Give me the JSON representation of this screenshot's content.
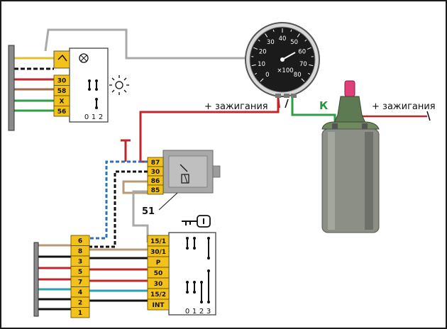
{
  "labels": {
    "ignition_left": "+ зажигания",
    "ignition_right": "+ зажигания",
    "terminal_k": "К",
    "relay_number": "51"
  },
  "tachometer": {
    "scale": [
      "0",
      "10",
      "20",
      "30",
      "40",
      "50",
      "60",
      "70",
      "80"
    ],
    "multiplier": "×100"
  },
  "light_switch": {
    "pins": [
      "30",
      "58",
      "X",
      "56"
    ],
    "positions": [
      "0",
      "1",
      "2"
    ]
  },
  "relay": {
    "pins": [
      "87",
      "30",
      "86",
      "85"
    ]
  },
  "ignition_switch": {
    "pins": [
      "15/1",
      "30/1",
      "P",
      "50",
      "30",
      "15/2",
      "INT"
    ],
    "positions": [
      "0",
      "1",
      "2",
      "3"
    ]
  },
  "connector": {
    "pins": [
      "6",
      "8",
      "3",
      "5",
      "7",
      "4",
      "2",
      "1"
    ]
  },
  "colors": {
    "pin_fill": "#f2c21b",
    "wire_red": "#c0272d",
    "wire_green": "#2e9e4a",
    "wire_gray": "#a9a9a9",
    "coil_body": "#8c8f86",
    "coil_cap": "#5e7a52",
    "coil_terminal": "#e0407a"
  }
}
